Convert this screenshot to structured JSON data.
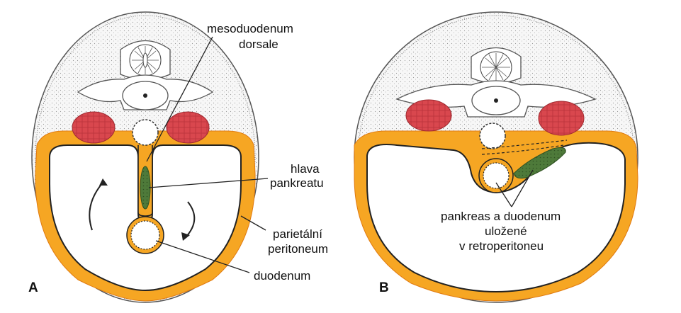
{
  "panels": [
    {
      "letter": "A"
    },
    {
      "letter": "B"
    }
  ],
  "labels": {
    "mesoduodenum_line1": "mesoduodenum",
    "mesoduodenum_line2": "dorsale",
    "hlava_line1": "hlava",
    "hlava_line2": "pankreatu",
    "parietal_line1": "parietální",
    "parietal_line2": "peritoneum",
    "duodenum": "duodenum",
    "retro_line1": "pankreas a duodenum",
    "retro_line2": "uložené",
    "retro_line3": "v retroperitoneu"
  },
  "colors": {
    "peritoneum_orange": "#F6A623",
    "peritoneum_edge": "#E07A10",
    "kidney_red": "#D9474E",
    "pancreas_green": "#4E7A3A",
    "body_wall_stipple": "#F2F2F2"
  }
}
